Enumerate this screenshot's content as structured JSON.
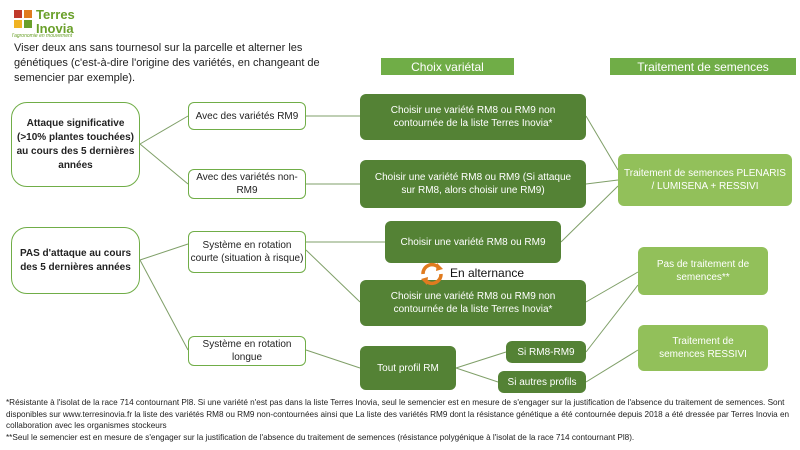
{
  "logo": {
    "name_line1": "Terres",
    "name_line2": "Inovia",
    "tagline": "l'agronomie en mouvement"
  },
  "intro_text": "Viser deux ans sans tournesol sur la parcelle et alterner les génétiques (c'est-à-dire l'origine des variétés, en changeant de semencier par exemple).",
  "headers": {
    "choix": "Choix variétal",
    "traitement": "Traitement de semences"
  },
  "situations": {
    "attaque": "Attaque significative (>10% plantes touchées) au cours des 5 dernières années",
    "pas_attaque": "PAS d'attaque au cours des 5 dernières années"
  },
  "conditions": {
    "rm9": "Avec des variétés RM9",
    "non_rm9": "Avec des variétés non-RM9",
    "rotation_courte": "Système en rotation courte (situation à risque)",
    "rotation_longue": "Système en rotation longue"
  },
  "choices": {
    "c1": "Choisir une variété RM8 ou RM9 non contournée de la liste Terres Inovia*",
    "c2": "Choisir une variété RM8 ou RM9 (Si attaque sur RM8, alors choisir une RM9)",
    "c3": "Choisir une variété RM8 ou RM9",
    "c4": "Choisir une variété RM8 ou RM9 non contournée de la liste Terres Inovia*",
    "c5": "Tout profil RM",
    "c6": "Si RM8-RM9",
    "c7": "Si autres profils"
  },
  "alternance_label": "En alternance",
  "treatments": {
    "t1": "Traitement de semences PLENARIS / LUMISENA + RESSIVI",
    "t2": "Pas de traitement de semences**",
    "t3": "Traitement de semences RESSIVI"
  },
  "footnotes": {
    "f1": "*Résistante à l'isolat de la race 714 contournant Pl8. Si une variété n'est pas dans la liste Terres Inovia, seul le semencier est en mesure de s'engager sur la justification de l'absence du traitement de semences. Sont disponibles sur www.terresinovia.fr la liste des variétés RM8 ou RM9 non-contournées ainsi que La liste des variétés RM9 dont la résistance génétique a été contournée depuis 2018 a été dressée par Terres Inovia en collaboration avec les organismes stockeurs",
    "f2": "**Seul le semencier est en mesure de s'engager sur la justification de l'absence du traitement de semences (résistance polygénique à l'isolat de la race 714 contournant Pl8)."
  },
  "colors": {
    "dark_green": "#548235",
    "mid_green": "#70ad47",
    "light_green": "#92c05a",
    "logo_orange": "#e07b1f",
    "logo_red": "#c0392b"
  }
}
